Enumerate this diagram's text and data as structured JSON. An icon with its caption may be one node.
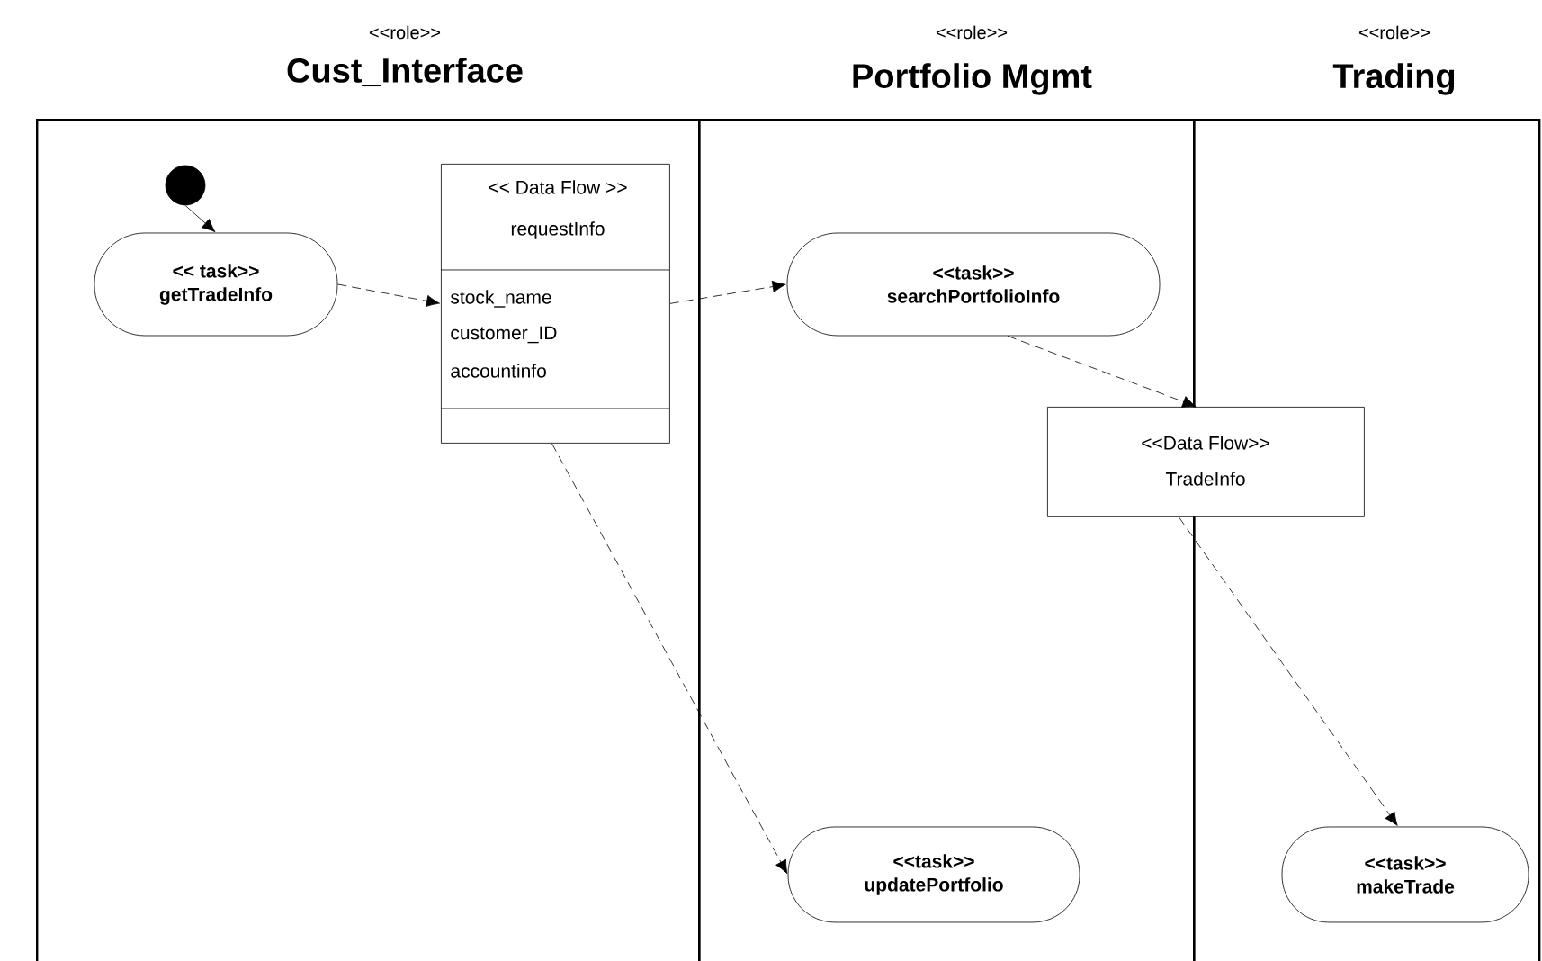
{
  "diagram": {
    "nodes": [
      {
        "text": [
          "<<role>>",
          "Cust_Interface"
        ]
      },
      {
        "text": [
          "<<role>>",
          "Portfolio Mgmt"
        ]
      },
      {
        "text": [
          "<<role>>",
          "Trading"
        ]
      },
      {
        "text": [],
        "shape": "circle",
        "in": 0
      },
      {
        "text": [
          "<< task>>",
          "getTradeInfo"
        ],
        "in": 0
      },
      {
        "text": [
          "<< Data Flow >>",
          "requestInfo",
          "stock_name",
          "customer_ID",
          "accountinfo"
        ],
        "in": 0
      },
      {
        "text": [
          "<<task>>",
          "searchPortfolioInfo"
        ],
        "in": 1
      },
      {
        "text": [
          "<<Data Flow>>",
          "TradeInfo"
        ]
      },
      {
        "text": [
          "<<task>>",
          "updatePortfolio"
        ],
        "in": 1
      },
      {
        "text": [
          "<<task>>",
          "makeTrade"
        ],
        "in": 2
      }
    ],
    "edges": [
      {
        "from": 3,
        "to": 4,
        "arrow": "to"
      },
      {
        "from": 4,
        "to": 5,
        "arrow": "to",
        "style": "dashed"
      },
      {
        "from": 5,
        "to": 6,
        "arrow": "to",
        "style": "dashed"
      },
      {
        "from": 6,
        "to": 7,
        "arrow": "to",
        "style": "dashed"
      },
      {
        "from": 5,
        "to": 8,
        "arrow": "to",
        "style": "dashed"
      },
      {
        "from": 7,
        "to": 9,
        "arrow": "to",
        "style": "dashed"
      }
    ]
  }
}
